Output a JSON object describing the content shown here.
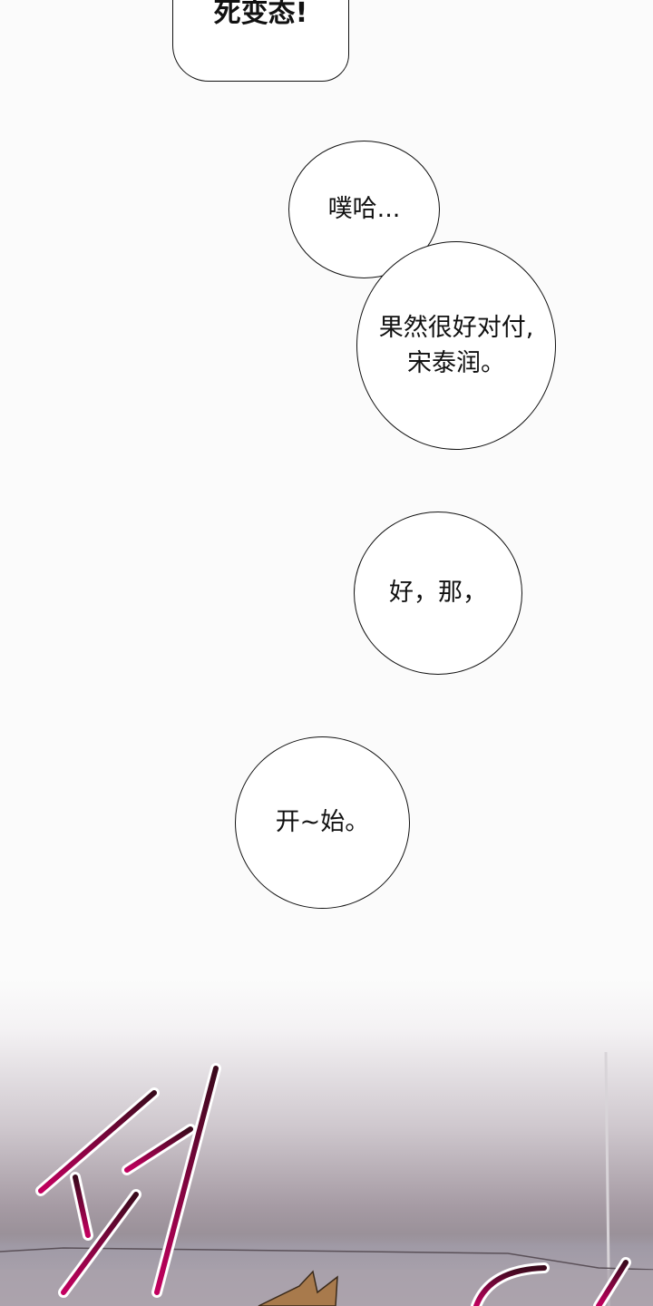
{
  "bubbles": [
    {
      "text": "死变态!"
    },
    {
      "text": "噗哈..."
    },
    {
      "line1": "果然很好对付,",
      "line2": "宋泰润。"
    },
    {
      "text": "好，那，"
    },
    {
      "text": "开~始。"
    }
  ],
  "colors": {
    "sfx": "#c2005f",
    "sfx_dark": "#3a0a1c",
    "outline": "#111111"
  }
}
